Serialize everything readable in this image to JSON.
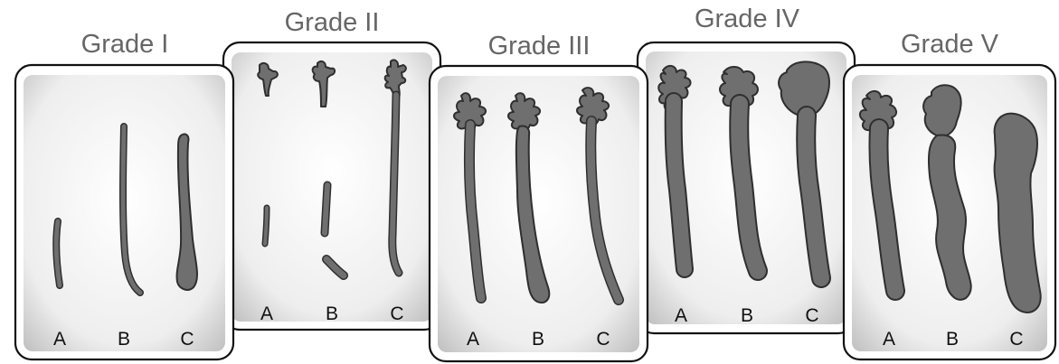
{
  "grades": [
    {
      "title": "Grade I",
      "labels": [
        "A",
        "B",
        "C"
      ]
    },
    {
      "title": "Grade II",
      "labels": [
        "A",
        "B",
        "C"
      ]
    },
    {
      "title": "Grade III",
      "labels": [
        "A",
        "B",
        "C"
      ]
    },
    {
      "title": "Grade IV",
      "labels": [
        "A",
        "B",
        "C"
      ]
    },
    {
      "title": "Grade V",
      "labels": [
        "A",
        "B",
        "C"
      ]
    }
  ],
  "colors": {
    "ureter": "#6f6f6f",
    "outline": "#2f2f2f",
    "title": "#666666",
    "frame": "#111111"
  }
}
